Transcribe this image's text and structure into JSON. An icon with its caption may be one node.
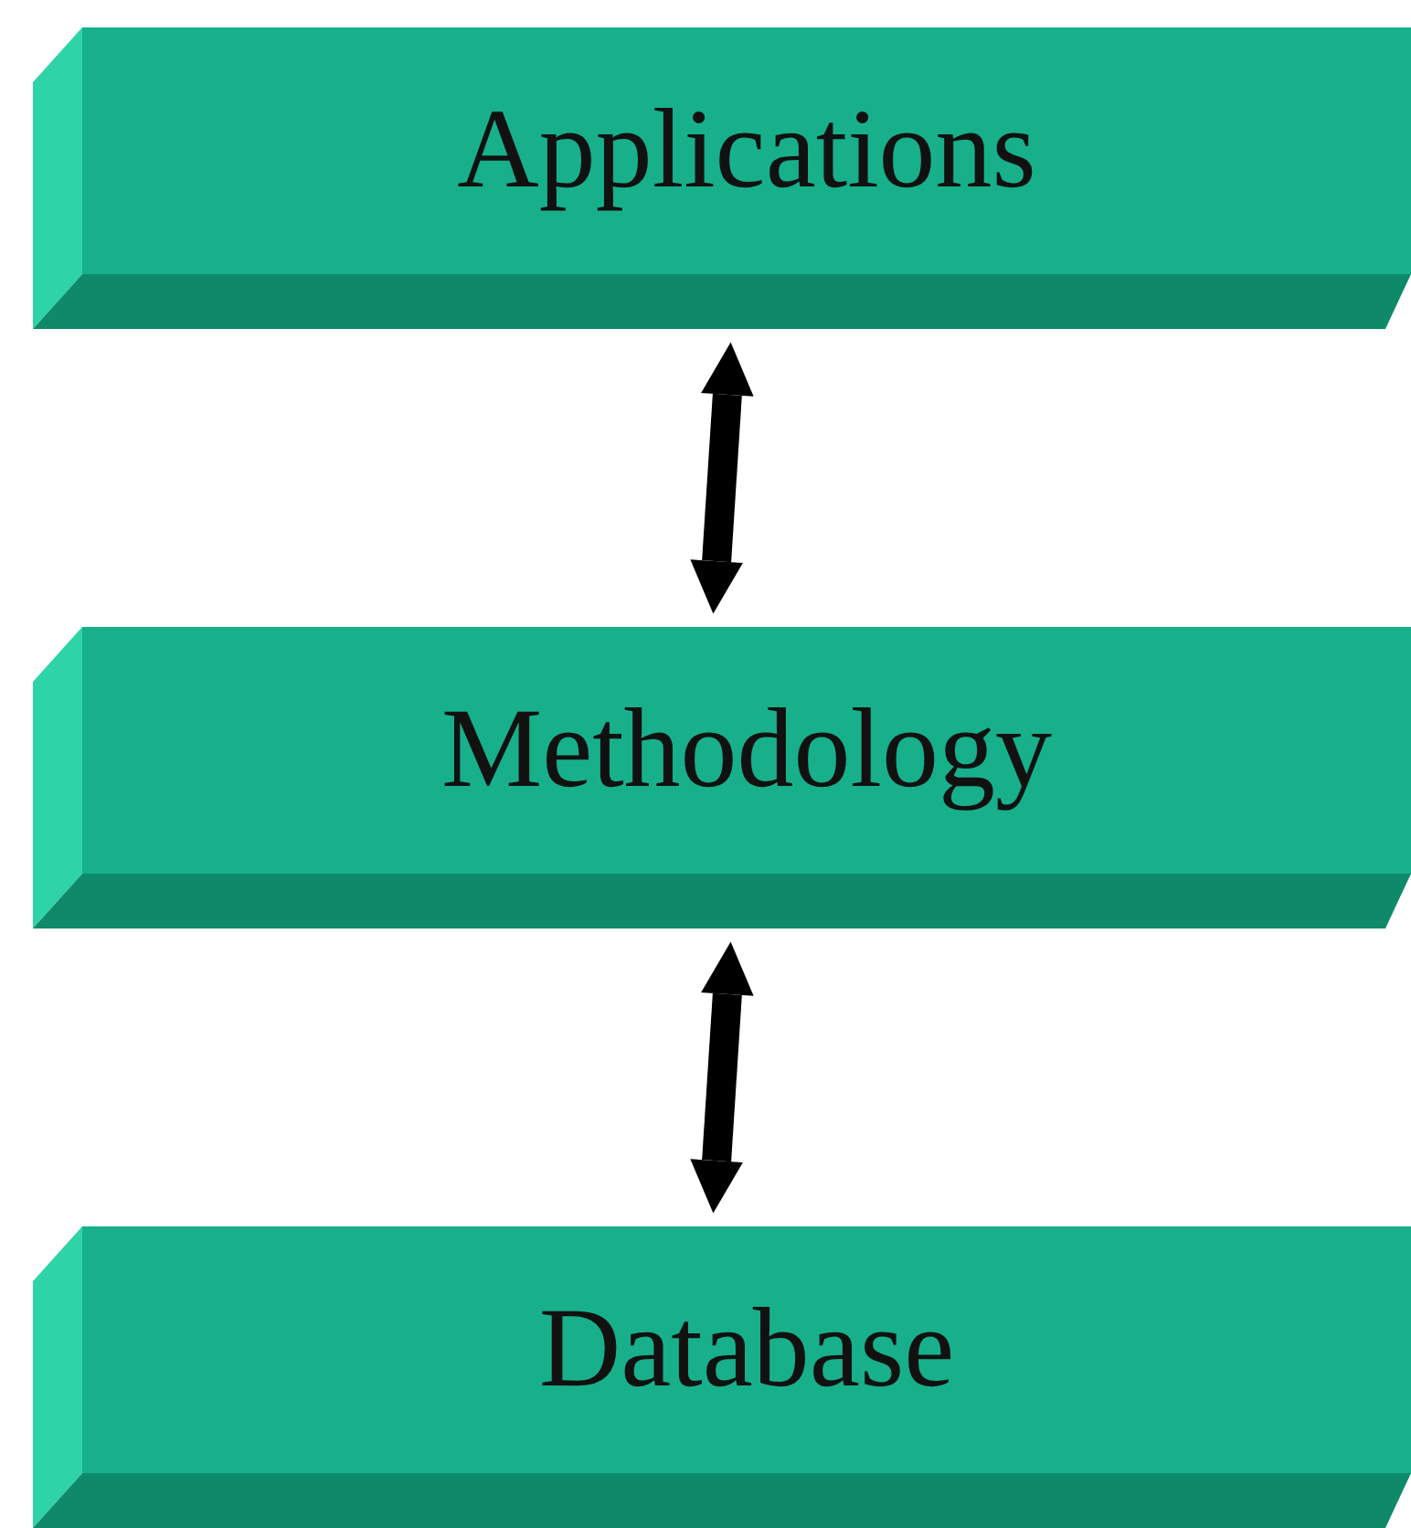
{
  "diagram": {
    "nodes": [
      {
        "text": [
          "Applications"
        ]
      },
      {
        "text": [
          "Methodology"
        ]
      },
      {
        "text": [
          "Database"
        ]
      }
    ],
    "edges": [
      {
        "from": 0,
        "to": 1,
        "arrow": "both"
      },
      {
        "from": 1,
        "to": 2,
        "arrow": "both"
      }
    ]
  }
}
